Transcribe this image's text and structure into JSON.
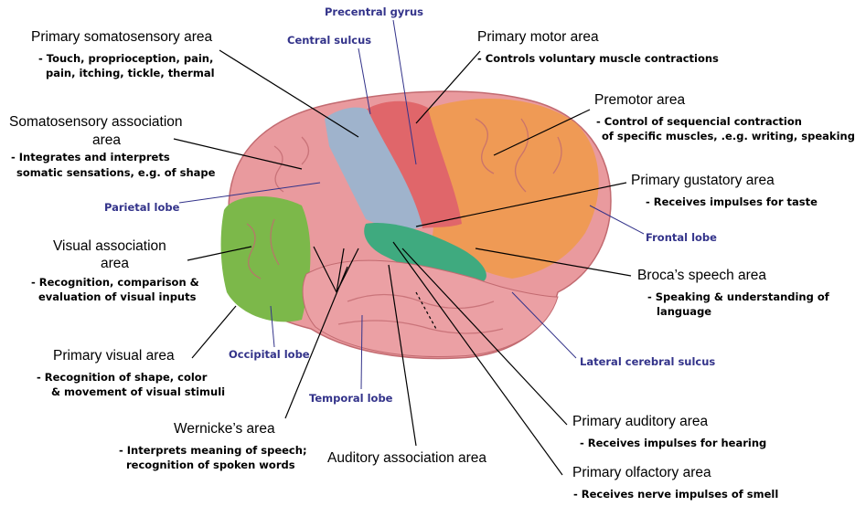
{
  "colors": {
    "label_blue": "#33338a",
    "pink": "#e99a9e",
    "orange": "#ef9a55",
    "red": "#e0666a",
    "blue": "#9fb3cc",
    "green": "#7cb84a",
    "teal": "#3faa7f"
  },
  "lobes": {
    "precentral_gyrus": "Precentral gyrus",
    "central_sulcus": "Central sulcus",
    "parietal_lobe": "Parietal lobe",
    "frontal_lobe": "Frontal lobe",
    "occipital_lobe": "Occipital lobe",
    "lateral_cerebral_sulcus": "Lateral cerebral sulcus",
    "temporal_lobe": "Temporal lobe"
  },
  "areas": {
    "somatosensory": {
      "title": "Primary somatosensory area",
      "desc": [
        "- Touch, proprioception, pain,",
        "pain, itching, tickle, thermal"
      ]
    },
    "motor": {
      "title": "Primary motor area",
      "desc": [
        "- Controls voluntary muscle contractions"
      ]
    },
    "somato_assoc": {
      "title": [
        "Somatosensory association",
        "area"
      ],
      "desc": [
        "- Integrates and interprets",
        "somatic sensations, e.g. of shape"
      ]
    },
    "premotor": {
      "title": "Premotor area",
      "desc": [
        "- Control of sequencial contraction",
        "of specific muscles, .e.g. writing, speaking"
      ]
    },
    "gustatory": {
      "title": "Primary gustatory area",
      "desc": [
        "- Receives impulses for taste"
      ]
    },
    "visual_assoc": {
      "title": [
        "Visual association",
        "area"
      ],
      "desc": [
        "- Recognition, comparison &",
        "evaluation of visual inputs"
      ]
    },
    "broca": {
      "title": "Broca’s speech area",
      "desc": [
        "- Speaking & understanding of",
        "language"
      ]
    },
    "visual": {
      "title": "Primary visual area",
      "desc": [
        "- Recognition of shape, color",
        "& movement of visual stimuli"
      ]
    },
    "auditory": {
      "title": "Primary auditory area",
      "desc": [
        "- Receives impulses for hearing"
      ]
    },
    "wernicke": {
      "title": "Wernicke’s area",
      "desc": [
        "- Interprets meaning of speech;",
        "recognition of spoken words"
      ]
    },
    "auditory_assoc": {
      "title": "Auditory association area"
    },
    "olfactory": {
      "title": "Primary olfactory area",
      "desc": [
        "- Receives nerve impulses of smell"
      ]
    }
  }
}
